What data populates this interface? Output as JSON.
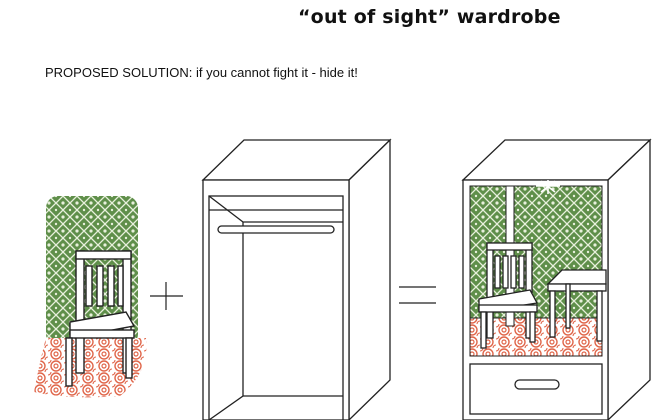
{
  "header": {
    "title": "“out of sight” wardrobe",
    "subtitle": "PROPOSED SOLUTION: if you cannot fight it - hide it!"
  },
  "colors": {
    "wallpaper": "#5f8f4a",
    "wallpaper_pattern": "#e8f0dc",
    "rug": "#e0664a",
    "outline": "#222222",
    "background": "#ffffff"
  },
  "icons": [
    "plus-sign",
    "equals-sign",
    "chair",
    "stool",
    "wardrobe",
    "hanging-rail",
    "drawer-handle",
    "light-sparkle"
  ]
}
